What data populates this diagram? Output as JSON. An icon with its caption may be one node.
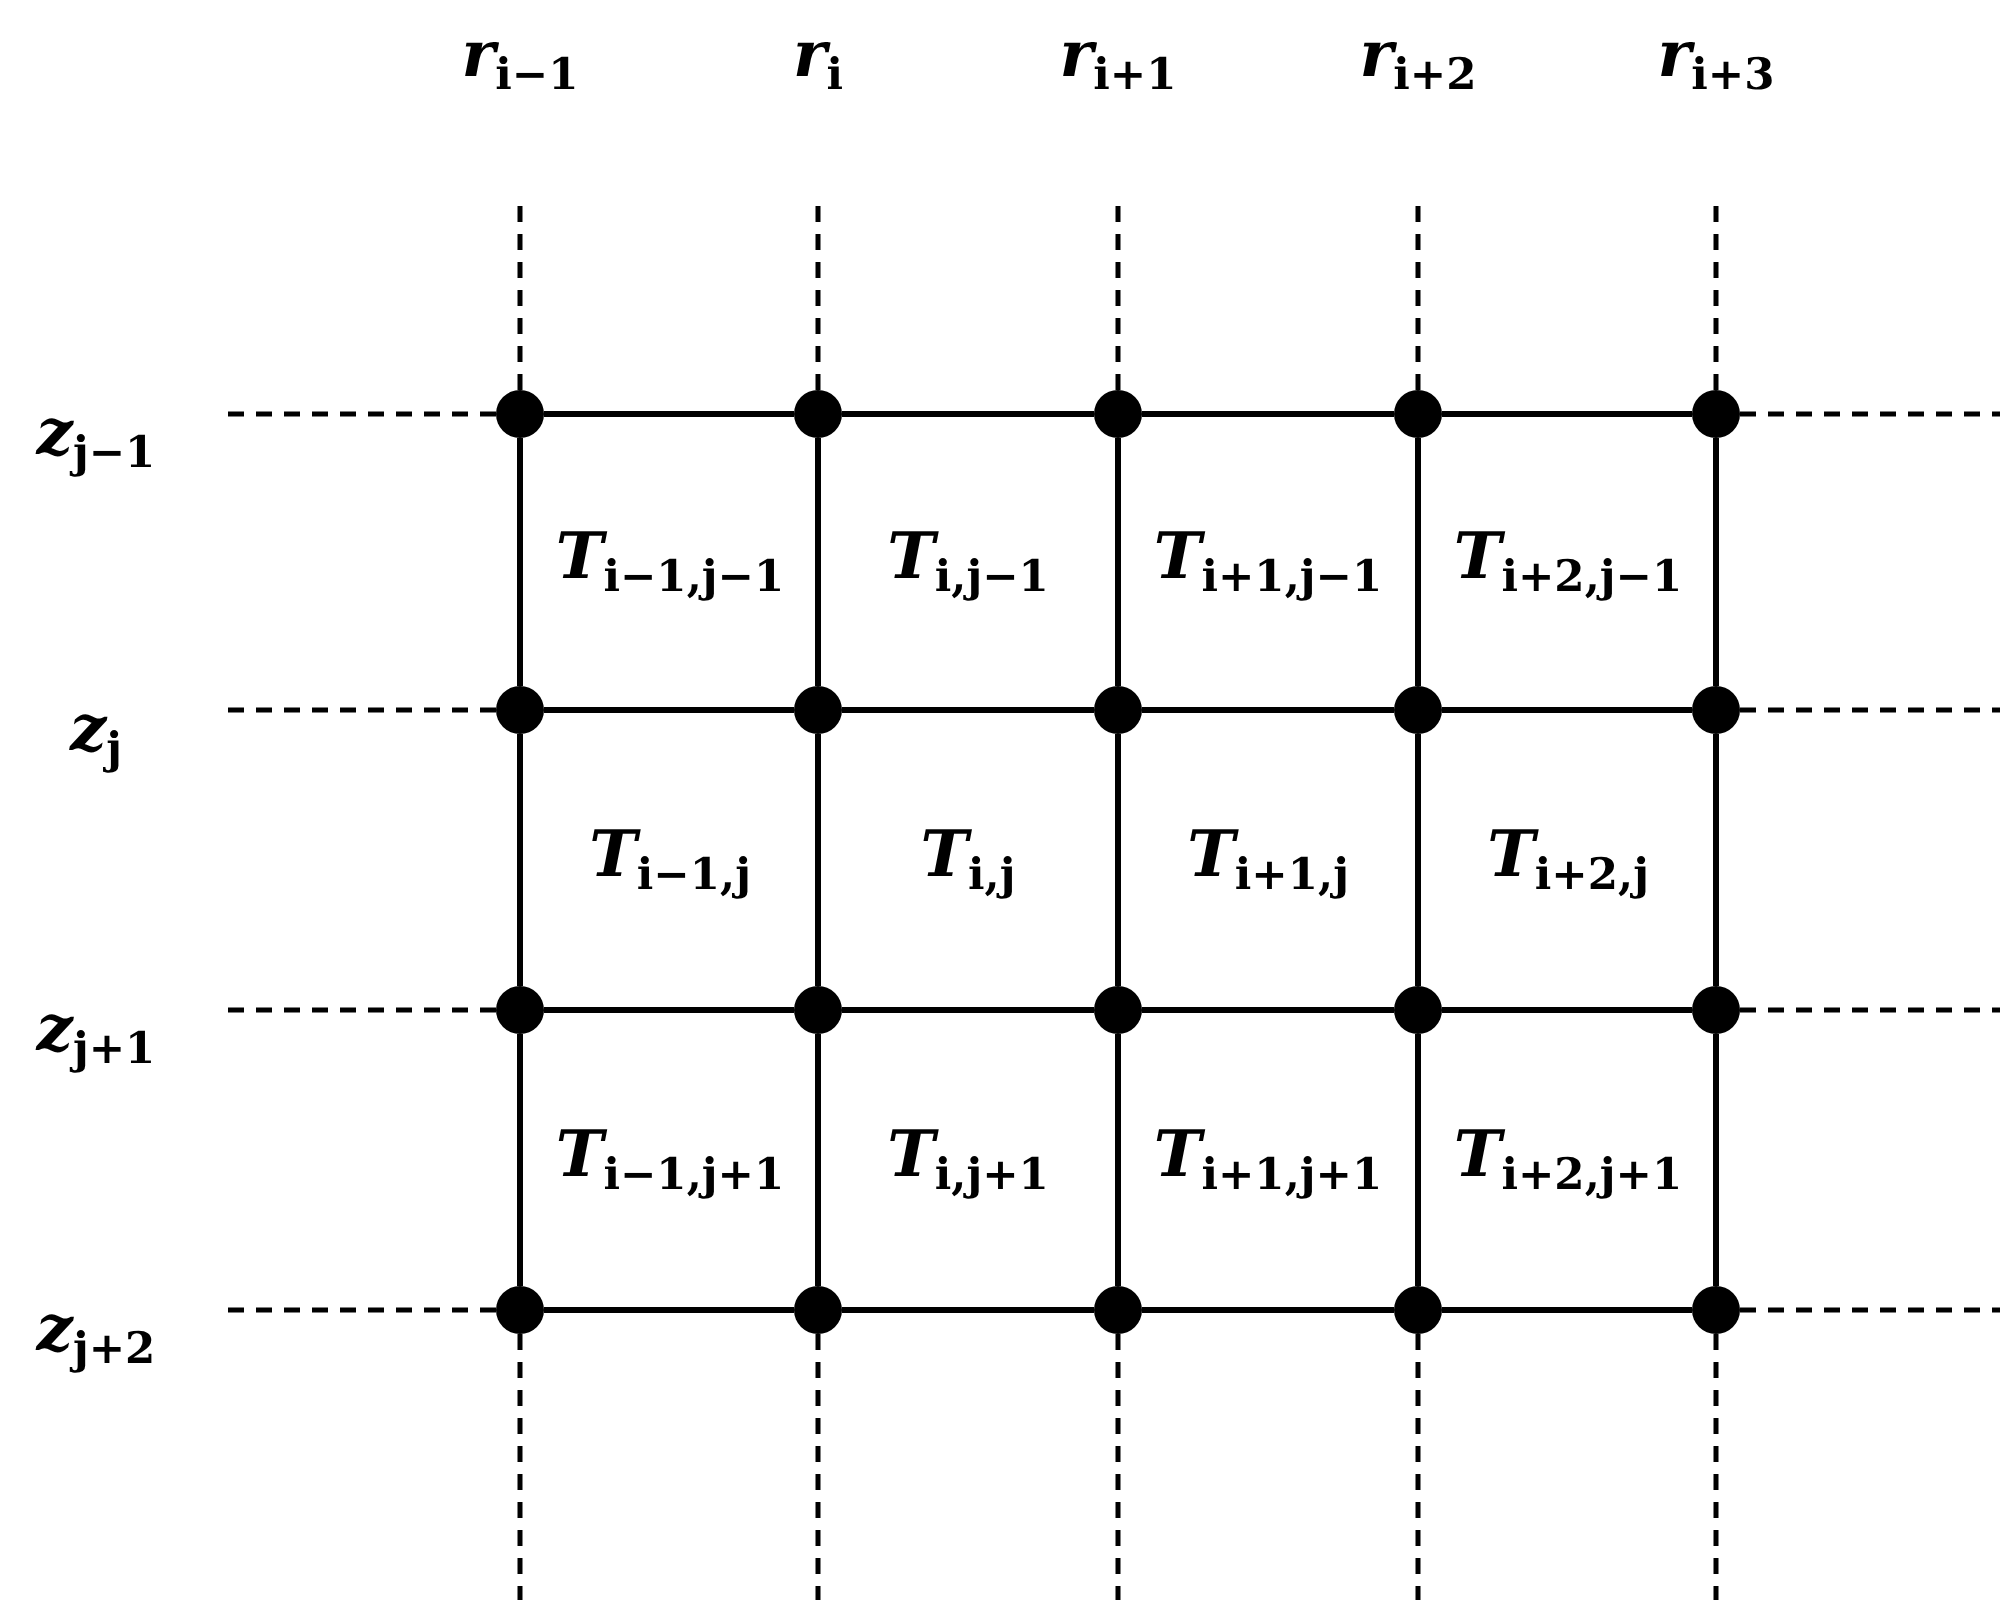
{
  "diagram": {
    "nodes": [
      {
        "text": [],
        "shape": "circle"
      },
      {
        "text": [],
        "shape": "circle"
      },
      {
        "text": [],
        "shape": "circle"
      },
      {
        "text": [],
        "shape": "circle"
      },
      {
        "text": [],
        "shape": "circle"
      },
      {
        "text": [],
        "shape": "circle"
      },
      {
        "text": [],
        "shape": "circle"
      },
      {
        "text": [],
        "shape": "circle"
      },
      {
        "text": [],
        "shape": "circle"
      },
      {
        "text": [],
        "shape": "circle"
      },
      {
        "text": [],
        "shape": "circle"
      },
      {
        "text": [],
        "shape": "circle"
      },
      {
        "text": [],
        "shape": "circle"
      },
      {
        "text": [],
        "shape": "circle"
      },
      {
        "text": [],
        "shape": "circle"
      },
      {
        "text": [],
        "shape": "circle"
      },
      {
        "text": [],
        "shape": "circle"
      },
      {
        "text": [],
        "shape": "circle"
      },
      {
        "text": [],
        "shape": "circle"
      },
      {
        "text": [],
        "shape": "circle"
      }
    ],
    "edges": [
      {
        "from": 0,
        "to": 1,
        "arrow": "none"
      },
      {
        "from": 1,
        "to": 2,
        "arrow": "none"
      },
      {
        "from": 2,
        "to": 3,
        "arrow": "none"
      },
      {
        "from": 3,
        "to": 4,
        "arrow": "none"
      },
      {
        "from": 5,
        "to": 6,
        "arrow": "none"
      },
      {
        "from": 6,
        "to": 7,
        "arrow": "none"
      },
      {
        "from": 7,
        "to": 8,
        "arrow": "none"
      },
      {
        "from": 8,
        "to": 9,
        "arrow": "none"
      },
      {
        "from": 10,
        "to": 11,
        "arrow": "none"
      },
      {
        "from": 11,
        "to": 12,
        "arrow": "none"
      },
      {
        "from": 12,
        "to": 13,
        "arrow": "none"
      },
      {
        "from": 13,
        "to": 14,
        "arrow": "none"
      },
      {
        "from": 15,
        "to": 16,
        "arrow": "none"
      },
      {
        "from": 16,
        "to": 17,
        "arrow": "none"
      },
      {
        "from": 17,
        "to": 18,
        "arrow": "none"
      },
      {
        "from": 18,
        "to": 19,
        "arrow": "none"
      },
      {
        "from": 0,
        "to": 5,
        "arrow": "none"
      },
      {
        "from": 5,
        "to": 10,
        "arrow": "none"
      },
      {
        "from": 10,
        "to": 15,
        "arrow": "none"
      },
      {
        "from": 1,
        "to": 6,
        "arrow": "none"
      },
      {
        "from": 6,
        "to": 11,
        "arrow": "none"
      },
      {
        "from": 11,
        "to": 16,
        "arrow": "none"
      },
      {
        "from": 2,
        "to": 7,
        "arrow": "none"
      },
      {
        "from": 7,
        "to": 12,
        "arrow": "none"
      },
      {
        "from": 12,
        "to": 17,
        "arrow": "none"
      },
      {
        "from": 3,
        "to": 8,
        "arrow": "none"
      },
      {
        "from": 8,
        "to": 13,
        "arrow": "none"
      },
      {
        "from": 13,
        "to": 18,
        "arrow": "none"
      },
      {
        "from": 4,
        "to": 9,
        "arrow": "none"
      },
      {
        "from": 9,
        "to": 14,
        "arrow": "none"
      },
      {
        "from": 14,
        "to": 19,
        "arrow": "none"
      },
      {
        "from": 0,
        "to": null,
        "arrow": "none",
        "style": "dashed"
      },
      {
        "from": 1,
        "to": null,
        "arrow": "none",
        "style": "dashed"
      },
      {
        "from": 2,
        "to": null,
        "arrow": "none",
        "style": "dashed"
      },
      {
        "from": 3,
        "to": null,
        "arrow": "none",
        "style": "dashed"
      },
      {
        "from": 4,
        "to": null,
        "arrow": "none",
        "style": "dashed"
      },
      {
        "from": 15,
        "to": null,
        "arrow": "none",
        "style": "dashed"
      },
      {
        "from": 16,
        "to": null,
        "arrow": "none",
        "style": "dashed"
      },
      {
        "from": 17,
        "to": null,
        "arrow": "none",
        "style": "dashed"
      },
      {
        "from": 18,
        "to": null,
        "arrow": "none",
        "style": "dashed"
      },
      {
        "from": 19,
        "to": null,
        "arrow": "none",
        "style": "dashed"
      },
      {
        "from": 0,
        "to": null,
        "arrow": "none",
        "style": "dashed"
      },
      {
        "from": 5,
        "to": null,
        "arrow": "none",
        "style": "dashed"
      },
      {
        "from": 10,
        "to": null,
        "arrow": "none",
        "style": "dashed"
      },
      {
        "from": 15,
        "to": null,
        "arrow": "none",
        "style": "dashed"
      },
      {
        "from": 4,
        "to": null,
        "arrow": "none",
        "style": "dashed"
      },
      {
        "from": 9,
        "to": null,
        "arrow": "none",
        "style": "dashed"
      },
      {
        "from": 14,
        "to": null,
        "arrow": "none",
        "style": "dashed"
      },
      {
        "from": 19,
        "to": null,
        "arrow": "none",
        "style": "dashed"
      }
    ],
    "labels": [
      "*r*$_{i−1}$",
      "*r*$_{i}$",
      "*r*$_{i+1}$",
      "*r*$_{i+2}$",
      "*r*$_{i+3}$",
      "*z*$_{j−1}$",
      "*T*$_{i−1,j−1}$",
      "*T*$_{i,j−1}$",
      "*T*$_{i+1,j−1}$",
      "*T*$_{i+2,j−1}$",
      "*z*$_{j}$",
      "*T*$_{i−1,j}$",
      "*T*$_{i,j}$",
      "*T*$_{i+1,j}$",
      "*T*$_{i+2,j}$",
      "*z*$_{j+1}$",
      "*T*$_{i−1,j+1}$",
      "*T*$_{i,j+1}$",
      "*T*$_{i+1,j+1}$",
      "*T*$_{i+2,j+1}$",
      "*z*$_{j+2}$"
    ]
  }
}
